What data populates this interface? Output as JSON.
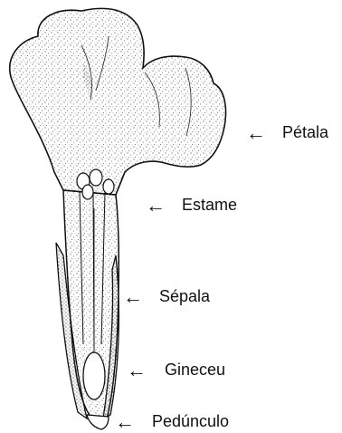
{
  "labels": {
    "petala": "Pétala",
    "estame": "Estame",
    "sepala": "Sépala",
    "gineceu": "Gineceu",
    "pedunculo": "Pedúnculo"
  },
  "arrow_glyph": "←",
  "colors": {
    "ink": "#111111",
    "stipple": "#555555",
    "background": "#ffffff"
  }
}
